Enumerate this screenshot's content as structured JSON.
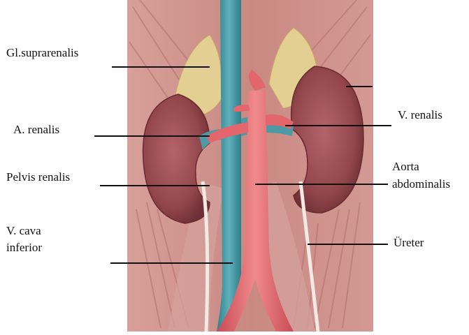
{
  "labels": {
    "gl_suprarenalis": "Gl.suprarenalis",
    "a_renalis": "A. renalis",
    "pelvis_renalis": "Pelvis renalis",
    "v_cava_line1": "V. cava",
    "v_cava_line2": "inferior",
    "v_renalis": "V. renalis",
    "aorta_line1": "Aorta",
    "aorta_line2": "abdominalis",
    "ureter": "Üreter"
  },
  "colors": {
    "background": "#ffffff",
    "muscle": "#c98983",
    "kidney": "#9a4a4d",
    "vein": "#4d9aa4",
    "artery": "#e3666c",
    "adrenal": "#e4cf92",
    "leader_line": "#111111"
  }
}
